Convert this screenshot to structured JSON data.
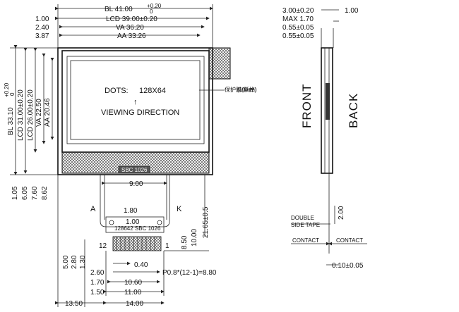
{
  "front_view": {
    "dims_top": {
      "bl": "BL 41.00",
      "bl_tol": "+0.20",
      "bl_tol2": "0",
      "lcd": "LCD 39.00±0.20",
      "va": "VA 36.20",
      "aa": "AA 33.26",
      "left_100": "1.00",
      "left_240": "2.40",
      "left_387": "3.87"
    },
    "dims_left": {
      "bl": "BL 33.10",
      "bl_tol": "+0.20",
      "bl_tol2": "0",
      "lcd": "LCD 31.00±0.20",
      "lcd26": "LCD 26.00±0.20",
      "va": "VA 22.50",
      "aa": "AA 20.46",
      "v105": "1.05",
      "v605": "6.05",
      "v760": "7.60",
      "v862": "8.62"
    },
    "screen": {
      "dots": "DOTS:",
      "res": "128X64",
      "arrow": "↑",
      "viewing": "VIEWING DIRECTION"
    },
    "tape_note": "保护膜(撕掉)",
    "pins": {
      "a": "A",
      "k": "K",
      "d900": "9.00",
      "d180": "1.80",
      "d100": "1.00",
      "p12": "12",
      "p1": "1",
      "d2165": "21.65±0.5",
      "d1000": "10.00",
      "d850": "8.50",
      "fpc_label": "128642 SBC 1026"
    },
    "dims_bottom": {
      "d500": "5.00",
      "d280": "2.80",
      "d130": "1.30",
      "d040": "0.40",
      "d260": "2.60",
      "d170": "1.70",
      "d150": "1.50",
      "d1060": "10.60",
      "d1100": "11.00",
      "pitch": "P0.8*(12-1)=8.80",
      "d1350": "13.50",
      "d1400": "14.00"
    }
  },
  "side_view": {
    "d300": "3.00±0.20",
    "d100": "1.00",
    "max170": "MAX 1.70",
    "d055a": "0.55±0.05",
    "d055b": "0.55±0.05",
    "front": "FRONT",
    "back": "BACK",
    "double": "DOUBLE",
    "side_tape": "SIDE TAPE",
    "d200": "2.00",
    "contact_l": "CONTACT",
    "contact_r": "CONTACT",
    "d010": "0.10±0.05"
  }
}
